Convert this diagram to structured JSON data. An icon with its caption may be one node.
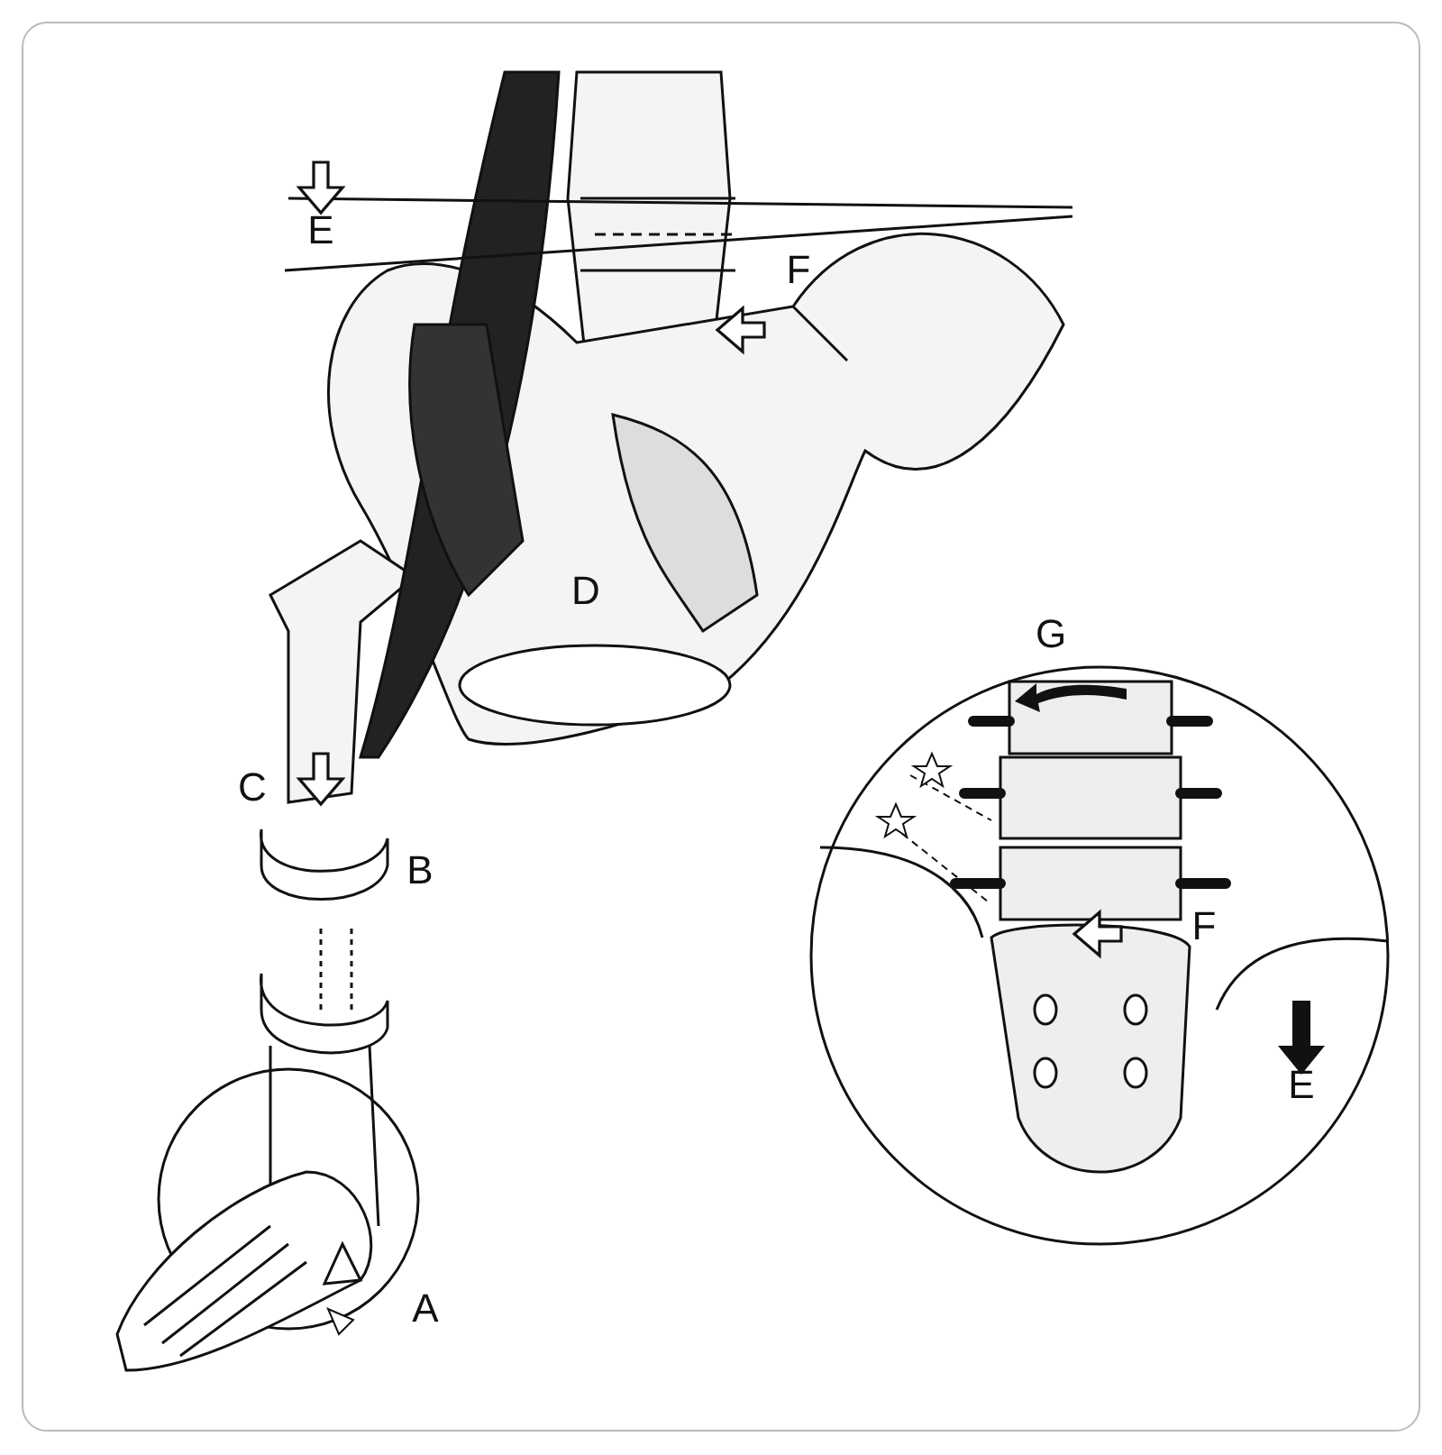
{
  "diagram": {
    "labels": [
      "E",
      "F",
      "D",
      "G",
      "C",
      "B",
      "F",
      "E",
      "A"
    ]
  }
}
